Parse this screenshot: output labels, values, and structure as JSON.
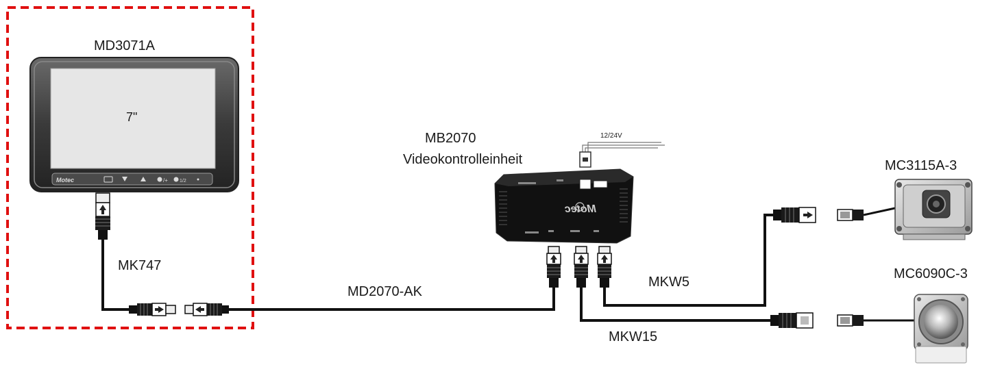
{
  "devices": {
    "monitor": {
      "model": "MD3071A",
      "screen_size": "7\""
    },
    "control_unit": {
      "model": "MB2070",
      "description": "Videokontrolleinheit",
      "power": "12/24V"
    },
    "camera_top": {
      "model": "MC3115A-3"
    },
    "camera_bottom": {
      "model": "MC6090C-3"
    }
  },
  "cables": {
    "monitor_cable": "MK747",
    "adapter_cable": "MD2070-AK",
    "camera_cable_top": "MKW5",
    "camera_cable_bottom": "MKW15"
  },
  "colors": {
    "highlight_border": "#e01010",
    "cable": "#111111",
    "device": "#1a1a1a",
    "screen": "#e6e6e6"
  }
}
